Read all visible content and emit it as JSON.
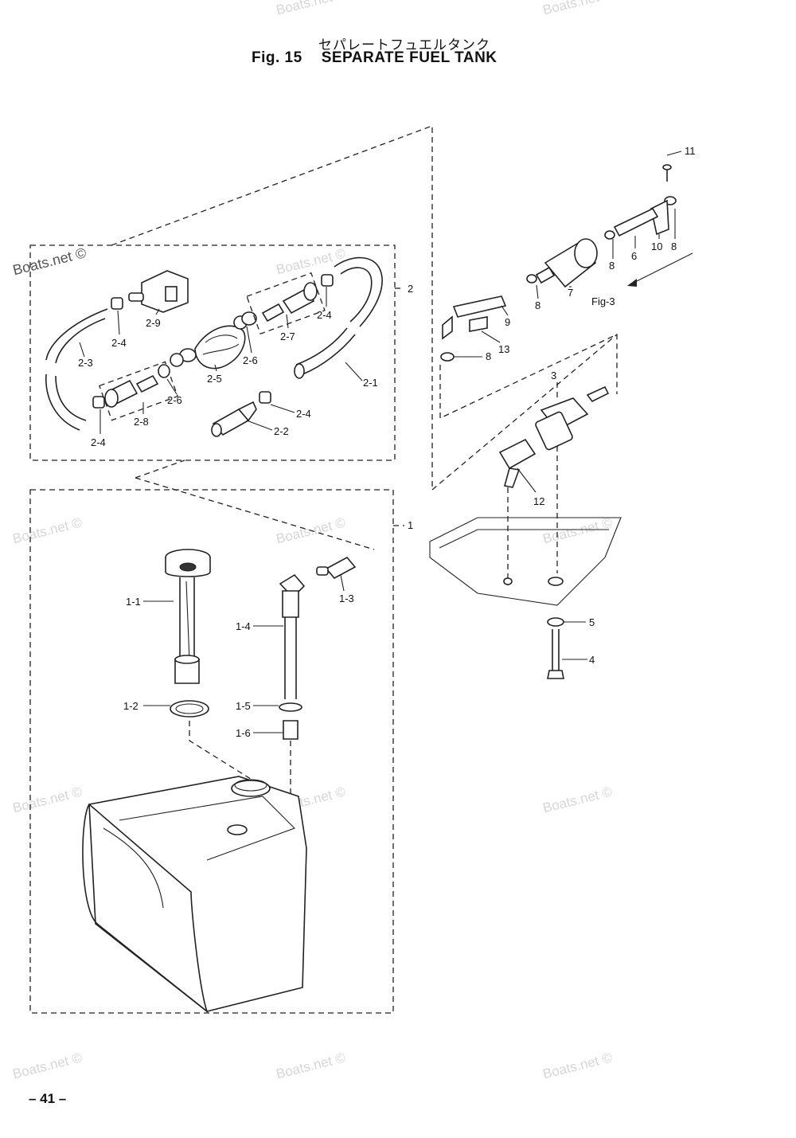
{
  "header": {
    "title_jp": "セパレートフュエルタンク",
    "fig_number": "Fig. 15",
    "fig_title": "SEPARATE FUEL TANK"
  },
  "footer": {
    "page_number": "– 41 –"
  },
  "watermark": {
    "text": "Boats.net ©"
  },
  "callouts": {
    "p1": "1",
    "p1_1": "1-1",
    "p1_2": "1-2",
    "p1_3": "1-3",
    "p1_4": "1-4",
    "p1_5": "1-5",
    "p1_6": "1-6",
    "p2": "2",
    "p2_1": "2-1",
    "p2_2": "2-2",
    "p2_3": "2-3",
    "p2_4a": "2-4",
    "p2_4b": "2-4",
    "p2_4c": "2-4",
    "p2_4d": "2-4",
    "p2_5": "2-5",
    "p2_6": "2-6",
    "p2_7": "2-7",
    "p2_8": "2-8",
    "p2_8b": "2-6",
    "p2_9": "2-9",
    "p3": "3",
    "p4": "4",
    "p5": "5",
    "p6": "6",
    "p7": "7",
    "p8a": "8",
    "p8b": "8",
    "p8c": "8",
    "p8d": "8",
    "p9": "9",
    "p10": "10",
    "p11": "11",
    "p12": "12",
    "p13": "13",
    "fig3_ref": "Fig-3"
  }
}
